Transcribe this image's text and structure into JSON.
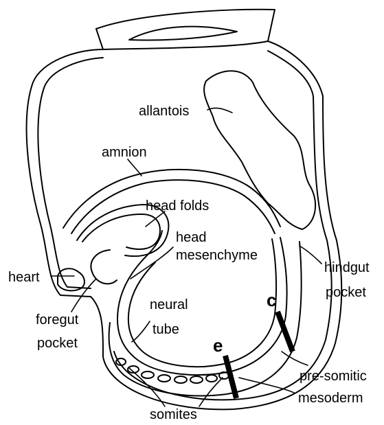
{
  "labels": {
    "allantois": "allantois",
    "amnion": "amnion",
    "head_folds": "head folds",
    "head_mesenchyme_line1": "head",
    "head_mesenchyme_line2": "mesenchyme",
    "heart": "heart",
    "hindgut_line1": "hindgut",
    "hindgut_line2": "pocket",
    "foregut_line1": "foregut",
    "foregut_line2": "pocket",
    "neural_tube_line1": "neural",
    "neural_tube_line2": "tube",
    "presomitic_line1": "pre-somitic",
    "presomitic_line2": "mesoderm",
    "somites": "somites"
  },
  "section_markers": {
    "c": "c",
    "e": "e"
  },
  "colors": {
    "ink": "#000000",
    "background": "#ffffff"
  }
}
